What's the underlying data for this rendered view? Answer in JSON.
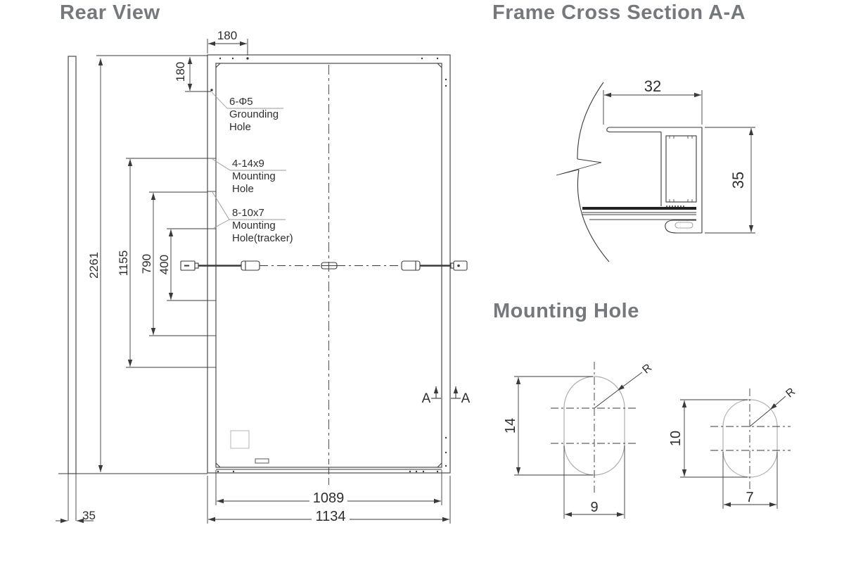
{
  "titles": {
    "rear_view": "Rear View",
    "frame_cross_section": "Frame Cross Section A-A",
    "mounting_hole": "Mounting Hole"
  },
  "rear_view": {
    "dims": {
      "top_grounding_offset": "180",
      "side_grounding_offset": "180",
      "module_length": "2261",
      "mounting_hole_span": "1155",
      "tracker_hole_span_outer": "790",
      "tracker_hole_span_inner": "400",
      "bottom_inner_width": "1089",
      "module_width": "1134",
      "frame_depth": "35"
    },
    "callouts": {
      "grounding_hole": {
        "spec": "6-Φ5",
        "line2": "Grounding",
        "line3": "Hole"
      },
      "mounting_hole": {
        "spec": "4-14x9",
        "line2": "Mounting",
        "line3": "Hole"
      },
      "tracker_hole": {
        "spec": "8-10x7",
        "line2": "Mounting",
        "line3": "Hole(tracker)"
      }
    },
    "section_marker": {
      "left": "A",
      "right": "A"
    }
  },
  "cross_section": {
    "dims": {
      "flange_width": "32",
      "frame_height": "35"
    }
  },
  "mounting_holes": {
    "standard": {
      "length": "14",
      "width": "9",
      "radius_label": "R"
    },
    "tracker": {
      "length": "10",
      "width": "7",
      "radius_label": "R"
    }
  },
  "colors": {
    "title": "#75787c",
    "line": "#3a3a3a",
    "dim_text": "#2e2e2e",
    "light_line": "#b3b3b3",
    "leader": "#9a9a9a"
  }
}
